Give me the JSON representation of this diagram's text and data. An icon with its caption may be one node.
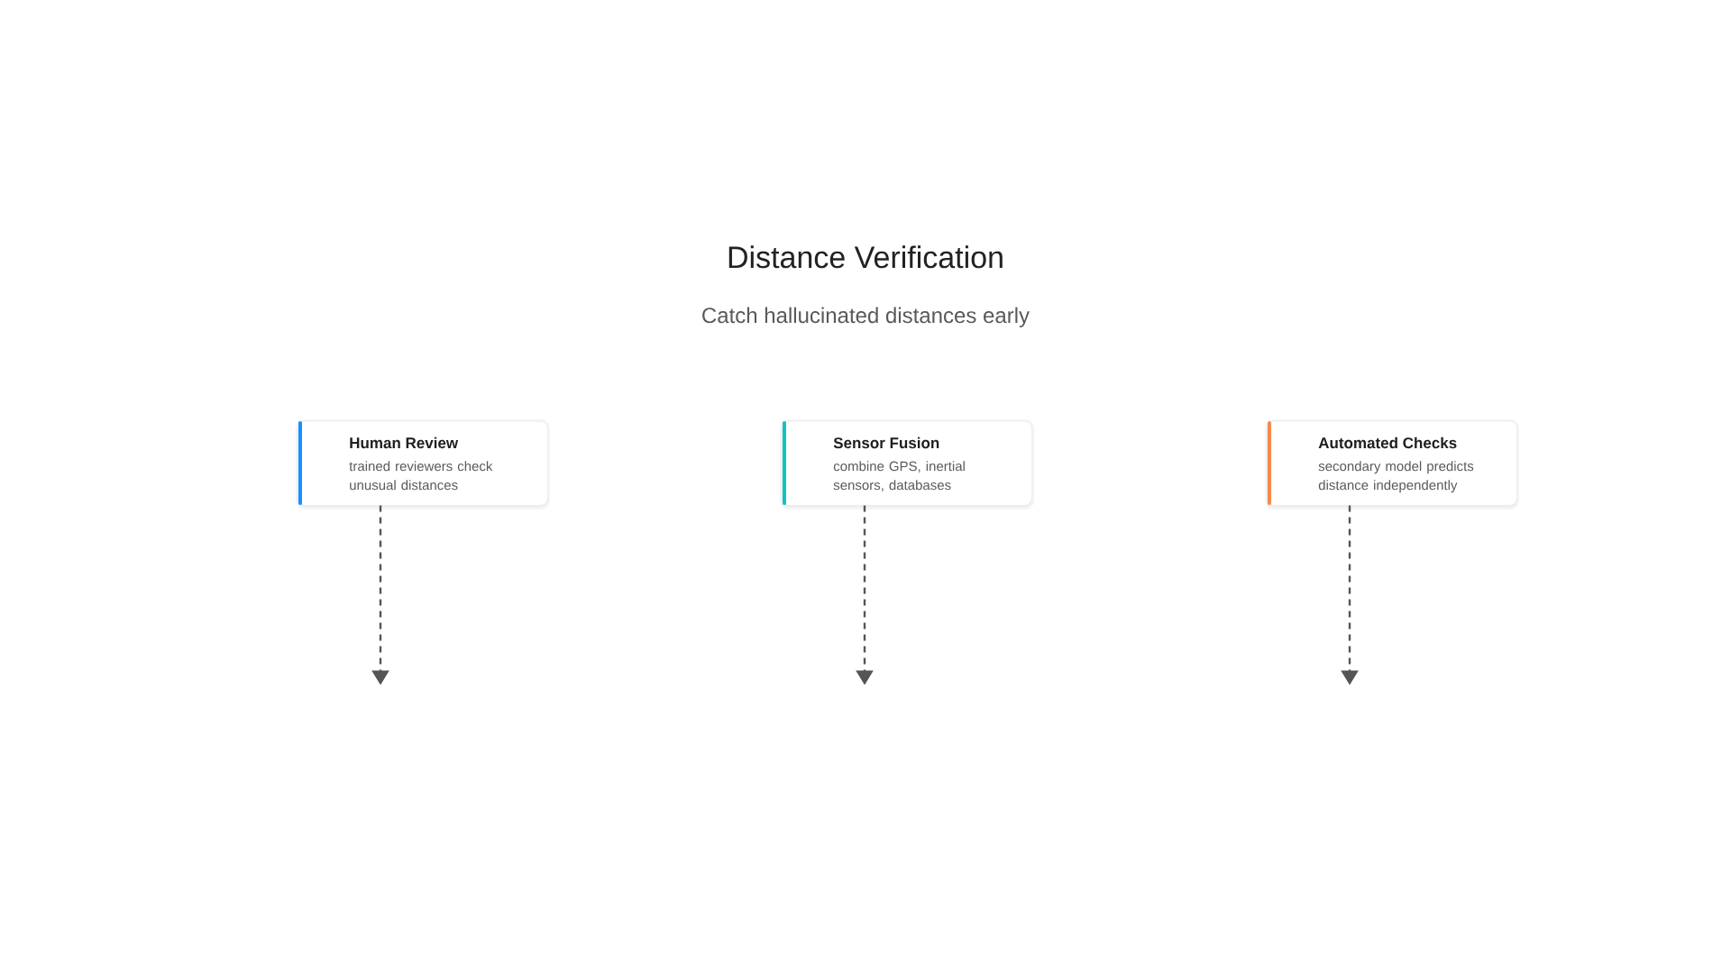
{
  "diagram": {
    "title": "Distance Verification",
    "nodes": [
      {
        "text": [
          "Human Review",
          "trained reviewers check unusual distances"
        ]
      },
      {
        "text": [
          "Sensor Fusion",
          "combine GPS, inertial sensors, databases"
        ]
      },
      {
        "text": [
          "Automated Checks",
          "secondary model predicts distance independently"
        ]
      }
    ],
    "edges": [
      {
        "from": 0,
        "to": null,
        "arrow": "to",
        "style": "dashed"
      },
      {
        "from": 1,
        "to": null,
        "arrow": "to",
        "style": "dashed"
      },
      {
        "from": 2,
        "to": null,
        "arrow": "to",
        "style": "dashed"
      }
    ],
    "labels": [
      "Catch hallucinated distances early"
    ]
  }
}
